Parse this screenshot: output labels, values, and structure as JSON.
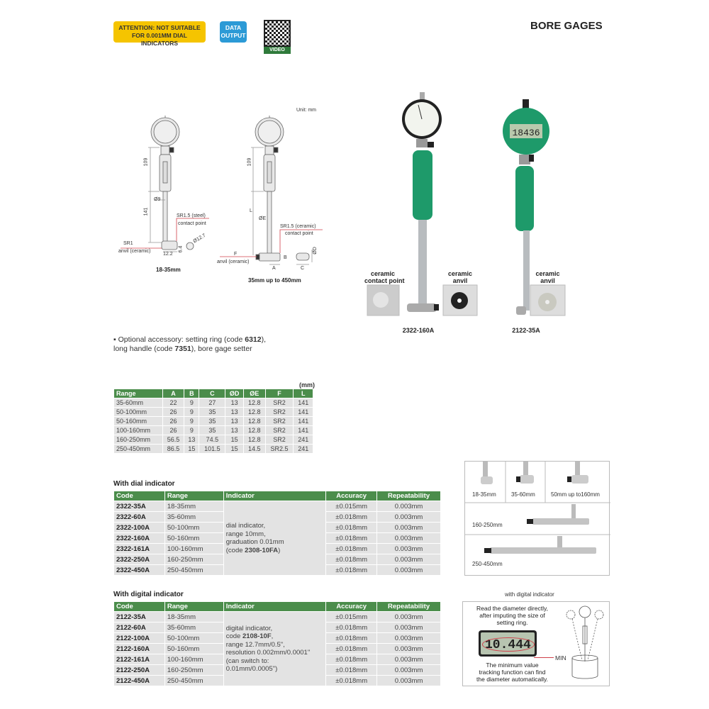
{
  "header": {
    "attention_badge": [
      "ATTENTION: NOT SUITABLE",
      "FOR 0.001MM DIAL INDICATORS"
    ],
    "data_output_badge": [
      "DATA",
      "OUTPUT"
    ],
    "qr_label": "VIDEO",
    "title": "BORE GAGES"
  },
  "diagrams": {
    "unit": "Unit: mm",
    "left": {
      "dim_109": "109",
      "dim_141": "141",
      "dia_9": "Ø9",
      "contact_1": "SR1.5 (steel)",
      "contact_2": "contact point",
      "anvil_1": "SR1",
      "anvil_2": "anvil (ceramic)",
      "dim_12_2": "12.2",
      "dim_6_4": "6.4",
      "dia_12_7": "Ø12.7",
      "caption": "18-35mm"
    },
    "right": {
      "dim_109": "109",
      "dim_L": "L",
      "dia_E": "ØE",
      "contact_1": "SR1.5 (ceramic)",
      "contact_2": "contact point",
      "anvil_1": "F",
      "anvil_2": "anvil (ceramic)",
      "dim_B": "B",
      "dim_A": "A",
      "dim_C": "C",
      "dia_D": "ØD",
      "caption": "35mm up to 450mm"
    }
  },
  "photos": {
    "dial": {
      "code": "2322-160A",
      "inset_contact": [
        "ceramic",
        "contact point"
      ],
      "inset_anvil": [
        "ceramic",
        "anvil"
      ]
    },
    "digital": {
      "code": "2122-35A",
      "display": "18436",
      "inset_anvil": [
        "ceramic",
        "anvil"
      ]
    }
  },
  "note": [
    {
      "t": "Optional accessory: setting ring (code "
    },
    {
      "t": "6312",
      "b": true
    },
    {
      "t": "),"
    },
    {
      "br": true
    },
    {
      "t": "long handle (code "
    },
    {
      "t": "7351",
      "b": true
    },
    {
      "t": "), bore gage setter"
    }
  ],
  "dimension_table": {
    "unit": "(mm)",
    "headers": [
      "Range",
      "A",
      "B",
      "C",
      "ØD",
      "ØE",
      "F",
      "L"
    ],
    "rows": [
      [
        "35-60mm",
        "22",
        "9",
        "27",
        "13",
        "12.8",
        "SR2",
        "141"
      ],
      [
        "50-100mm",
        "26",
        "9",
        "35",
        "13",
        "12.8",
        "SR2",
        "141"
      ],
      [
        "50-160mm",
        "26",
        "9",
        "35",
        "13",
        "12.8",
        "SR2",
        "141"
      ],
      [
        "100-160mm",
        "26",
        "9",
        "35",
        "13",
        "12.8",
        "SR2",
        "141"
      ],
      [
        "160-250mm",
        "56.5",
        "13",
        "74.5",
        "15",
        "12.8",
        "SR2",
        "241"
      ],
      [
        "250-450mm",
        "86.5",
        "15",
        "101.5",
        "15",
        "14.5",
        "SR2.5",
        "241"
      ]
    ]
  },
  "dial_table": {
    "section_title": "With dial indicator",
    "headers": [
      "Code",
      "Range",
      "Indicator",
      "Accuracy",
      "Repeatability"
    ],
    "indicator": [
      [
        {
          "t": "dial indicator,"
        }
      ],
      [
        {
          "t": "range 10mm,"
        }
      ],
      [
        {
          "t": "graduation 0.01mm"
        }
      ],
      [
        {
          "t": "(code "
        },
        {
          "t": "2308-10FA",
          "b": true
        },
        {
          "t": ")"
        }
      ]
    ],
    "rows": [
      [
        "2322-35A",
        "18-35mm",
        "±0.015mm",
        "0.003mm"
      ],
      [
        "2322-60A",
        "35-60mm",
        "±0.018mm",
        "0.003mm"
      ],
      [
        "2322-100A",
        "50-100mm",
        "±0.018mm",
        "0.003mm"
      ],
      [
        "2322-160A",
        "50-160mm",
        "±0.018mm",
        "0.003mm"
      ],
      [
        "2322-161A",
        "100-160mm",
        "±0.018mm",
        "0.003mm"
      ],
      [
        "2322-250A",
        "160-250mm",
        "±0.018mm",
        "0.003mm"
      ],
      [
        "2322-450A",
        "250-450mm",
        "±0.018mm",
        "0.003mm"
      ]
    ]
  },
  "digital_table": {
    "section_title": "With digital indicator",
    "headers": [
      "Code",
      "Range",
      "Indicator",
      "Accuracy",
      "Repeatability"
    ],
    "indicator": [
      [
        {
          "t": "digital indicator,"
        }
      ],
      [
        {
          "t": "code "
        },
        {
          "t": "2108-10F",
          "b": true
        },
        {
          "t": ","
        }
      ],
      [
        {
          "t": "range 12.7mm/0.5\","
        }
      ],
      [
        {
          "t": "resolution 0.002mm/0.0001\""
        }
      ],
      [
        {
          "t": "(can switch to:"
        }
      ],
      [
        {
          "t": "0.01mm/0.0005\")"
        }
      ]
    ],
    "rows": [
      [
        "2122-35A",
        "18-35mm",
        "±0.015mm",
        "0.003mm"
      ],
      [
        "2122-60A",
        "35-60mm",
        "±0.018mm",
        "0.003mm"
      ],
      [
        "2122-100A",
        "50-100mm",
        "±0.018mm",
        "0.003mm"
      ],
      [
        "2122-160A",
        "50-160mm",
        "±0.018mm",
        "0.003mm"
      ],
      [
        "2122-161A",
        "100-160mm",
        "±0.018mm",
        "0.003mm"
      ],
      [
        "2122-250A",
        "160-250mm",
        "±0.018mm",
        "0.003mm"
      ],
      [
        "2122-450A",
        "250-450mm",
        "±0.018mm",
        "0.003mm"
      ]
    ]
  },
  "heads_panel": {
    "labels": [
      "18-35mm",
      "35-60mm",
      "50mm up to160mm",
      "160-250mm",
      "250-450mm"
    ]
  },
  "digital_panel": {
    "caption": "with digital indicator",
    "top_text": [
      "Read the diameter directly,",
      "after imputing the size of",
      "setting ring."
    ],
    "display": "10.444",
    "min_label": "MIN",
    "bottom_text": [
      "The minimum value",
      "tracking function can find",
      "the diameter automatically."
    ]
  },
  "colors": {
    "table_header": "#4b8d4b",
    "handle_green": "#1e9a6a",
    "attention": "#f5c400",
    "data_output": "#2c9ad6"
  }
}
